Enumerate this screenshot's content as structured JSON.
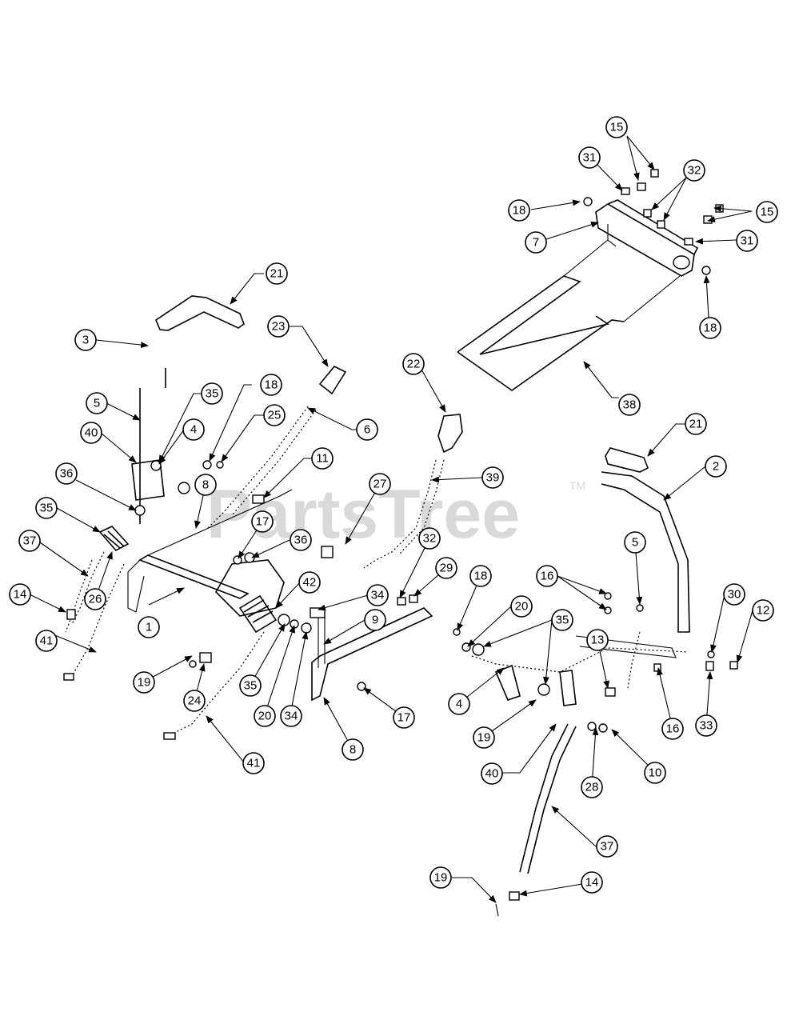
{
  "watermark": {
    "text": "PartsTree",
    "tm": "TM"
  },
  "callouts": [
    {
      "id": "c-15a",
      "label": "15"
    },
    {
      "id": "c-31a",
      "label": "31"
    },
    {
      "id": "c-32",
      "label": "32"
    },
    {
      "id": "c-18a",
      "label": "18"
    },
    {
      "id": "c-15b",
      "label": "15"
    },
    {
      "id": "c-7",
      "label": "7"
    },
    {
      "id": "c-31b",
      "label": "31"
    },
    {
      "id": "c-18b",
      "label": "18"
    },
    {
      "id": "c-21a",
      "label": "21"
    },
    {
      "id": "c-3",
      "label": "3"
    },
    {
      "id": "c-23",
      "label": "23"
    },
    {
      "id": "c-22",
      "label": "22"
    },
    {
      "id": "c-38",
      "label": "38"
    },
    {
      "id": "c-5a",
      "label": "5"
    },
    {
      "id": "c-35a",
      "label": "35"
    },
    {
      "id": "c-18c",
      "label": "18"
    },
    {
      "id": "c-6",
      "label": "6"
    },
    {
      "id": "c-25",
      "label": "25"
    },
    {
      "id": "c-40a",
      "label": "40"
    },
    {
      "id": "c-4a",
      "label": "4"
    },
    {
      "id": "c-21b",
      "label": "21"
    },
    {
      "id": "c-11",
      "label": "11"
    },
    {
      "id": "c-2",
      "label": "2"
    },
    {
      "id": "c-8a",
      "label": "8"
    },
    {
      "id": "c-36a",
      "label": "36"
    },
    {
      "id": "c-27",
      "label": "27"
    },
    {
      "id": "c-39",
      "label": "39"
    },
    {
      "id": "c-35b",
      "label": "35"
    },
    {
      "id": "c-17a",
      "label": "17"
    },
    {
      "id": "c-36b",
      "label": "36"
    },
    {
      "id": "c-37a",
      "label": "37"
    },
    {
      "id": "c-32b",
      "label": "32"
    },
    {
      "id": "c-5b",
      "label": "5"
    },
    {
      "id": "c-29",
      "label": "29"
    },
    {
      "id": "c-42",
      "label": "42"
    },
    {
      "id": "c-18d",
      "label": "18"
    },
    {
      "id": "c-16a",
      "label": "16"
    },
    {
      "id": "c-14a",
      "label": "14"
    },
    {
      "id": "c-26",
      "label": "26"
    },
    {
      "id": "c-34a",
      "label": "34"
    },
    {
      "id": "c-20a",
      "label": "20"
    },
    {
      "id": "c-30",
      "label": "30"
    },
    {
      "id": "c-12",
      "label": "12"
    },
    {
      "id": "c-1",
      "label": "1"
    },
    {
      "id": "c-9",
      "label": "9"
    },
    {
      "id": "c-35c",
      "label": "35"
    },
    {
      "id": "c-41a",
      "label": "41"
    },
    {
      "id": "c-13",
      "label": "13"
    },
    {
      "id": "c-19a",
      "label": "19"
    },
    {
      "id": "c-24",
      "label": "24"
    },
    {
      "id": "c-35d",
      "label": "35"
    },
    {
      "id": "c-20b",
      "label": "20"
    },
    {
      "id": "c-34b",
      "label": "34"
    },
    {
      "id": "c-17b",
      "label": "17"
    },
    {
      "id": "c-4b",
      "label": "4"
    },
    {
      "id": "c-16b",
      "label": "16"
    },
    {
      "id": "c-33",
      "label": "33"
    },
    {
      "id": "c-19b",
      "label": "19"
    },
    {
      "id": "c-8b",
      "label": "8"
    },
    {
      "id": "c-41b",
      "label": "41"
    },
    {
      "id": "c-40b",
      "label": "40"
    },
    {
      "id": "c-10",
      "label": "10"
    },
    {
      "id": "c-28",
      "label": "28"
    },
    {
      "id": "c-37b",
      "label": "37"
    },
    {
      "id": "c-19c",
      "label": "19"
    },
    {
      "id": "c-14b",
      "label": "14"
    }
  ]
}
